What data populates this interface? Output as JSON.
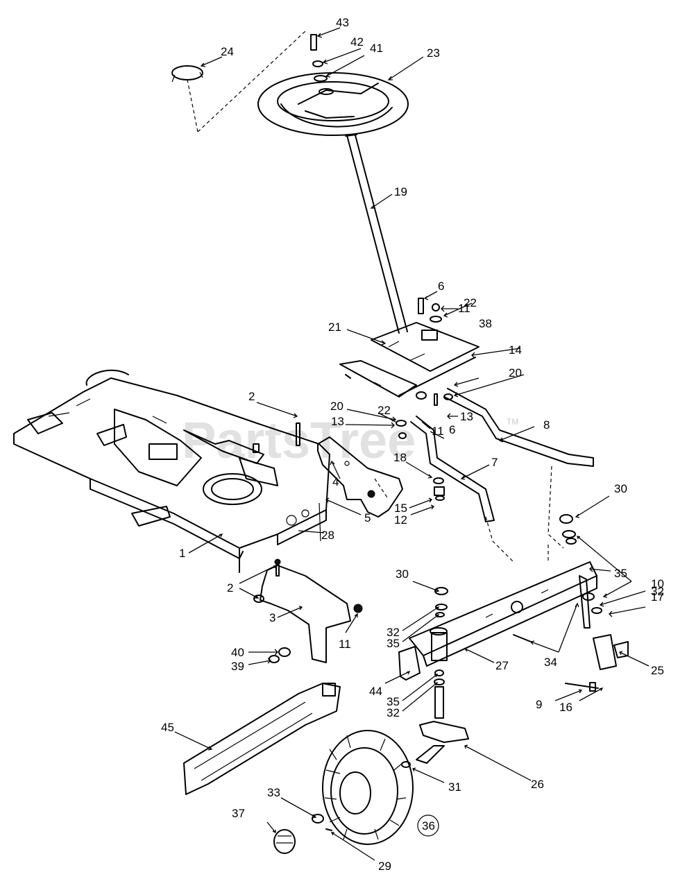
{
  "watermark": "PartsTree",
  "watermark_tm": "TM",
  "callouts": {
    "c1": "1",
    "c2a": "2",
    "c2b": "2",
    "c3": "3",
    "c4": "4",
    "c5": "5",
    "c6a": "6",
    "c6b": "6",
    "c7": "7",
    "c8": "8",
    "c9": "9",
    "c10": "10",
    "c11a": "11",
    "c11b": "11",
    "c11c": "11",
    "c12": "12",
    "c13a": "13",
    "c13b": "13",
    "c14": "14",
    "c15": "15",
    "c16": "16",
    "c17": "17",
    "c18": "18",
    "c19": "19",
    "c20a": "20",
    "c20b": "20",
    "c21": "21",
    "c22a": "22",
    "c22b": "22",
    "c23": "23",
    "c24": "24",
    "c25": "25",
    "c26": "26",
    "c27": "27",
    "c28": "28",
    "c29": "29",
    "c30a": "30",
    "c30b": "30",
    "c31": "31",
    "c32a": "32",
    "c32b": "32",
    "c32c": "32",
    "c33": "33",
    "c34": "34",
    "c35a": "35",
    "c35b": "35",
    "c35c": "35",
    "c36": "36",
    "c37": "37",
    "c38": "38",
    "c39": "39",
    "c40": "40",
    "c41": "41",
    "c42": "42",
    "c43": "43",
    "c44": "44",
    "c45": "45"
  }
}
